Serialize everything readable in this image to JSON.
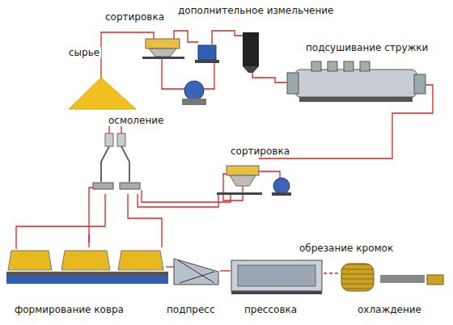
{
  "diagram": {
    "labels": [
      "сырье",
      "сортировка",
      "дополнительное измельчение",
      "подсушивание стружки",
      "осмоление",
      "сортировка",
      "обрезание кромок",
      "формирование ковра",
      "подпресс",
      "прессовка",
      "охлаждение"
    ]
  }
}
